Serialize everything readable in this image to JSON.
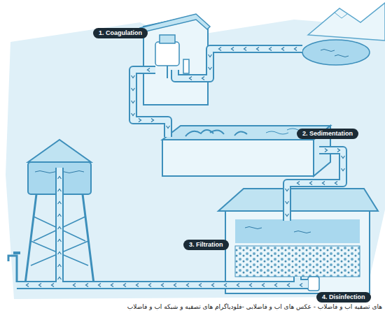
{
  "diagram": {
    "nodes": [
      {
        "text": [
          "1. Coagulation"
        ]
      },
      {
        "text": [
          "2. Sedimentation"
        ]
      },
      {
        "text": [
          "3. Filtration"
        ]
      },
      {
        "text": [
          "4. Disinfection"
        ]
      }
    ],
    "labels": [
      "های تصفیه اب و فاضلاب - عکس های اب و فاضلابی -فلودیاگرام های تصفیه و شبکه اب و فاضلاب"
    ]
  }
}
